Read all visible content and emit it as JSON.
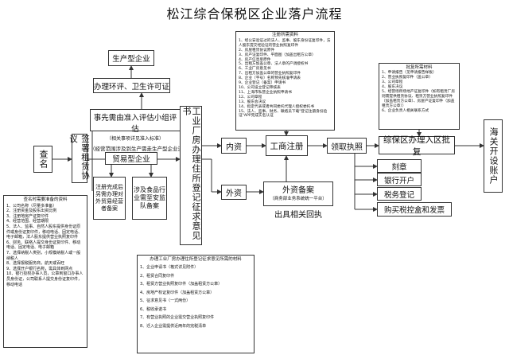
{
  "title": "松江综合保税区企业落户流程",
  "nodes": {
    "chaming": "查名",
    "qianshu": "签署租赁协议",
    "shengchan": "生产型企业",
    "huanping": "办理环评、卫生许可证",
    "shixian": "事先需由准入评估小组评估",
    "shixian_note": "（相关事项详见准入标准）",
    "jingying": "（经营范围涉及到生产需走生产型企业流程）",
    "maoyi": "贸易型企业",
    "zhuce_done": "注册完成后另需办理对外贸易经营者备案",
    "shiping": "涉及食品行业需至安监队备案",
    "gongye": "工业厂房办理住所登记征求意见书",
    "neizi": "内资",
    "waizi": "外资",
    "gongshang": "工商注册",
    "waizibeian": "外资备案",
    "waizibeian_sub": "（商务部业务系统统一平台）",
    "chuju": "出具相关回执",
    "lingqu": "领取执照",
    "zongbao": "综保区办理入区批复",
    "haiguan": "海关开设账户",
    "kezhang": "刻章",
    "yinhang": "银行开户",
    "shuiwu": "税务登记",
    "goumai": "购买税控盒和发票"
  },
  "chaming_list": {
    "header": "查名时需要准备的资料",
    "items": [
      "1、公司名称（尽量多准备）",
      "2、注册资金及股东出资比例",
      "3、注册地房产证复印件",
      "4、经营范围、经营期限",
      "5、法人、监事、自然人股东提供身份证原件或身份证复印件，移动电话、固定电话、电子邮箱，法人股东提供营业执照复印件",
      "6、财务、联络人提交身份证复印件、移动电话、固定电话、电子邮箱",
      "7、选择纳税人类别，小规模纳税人或一般纳税人",
      "8、选择报税服务商，航天或百旺",
      "9、选择开户银行名称，需具体到网点",
      "10、银行授权办事人员，公章到窗口办事人员身份证，公司联系人提交身份证复印件，移动电话"
    ]
  },
  "zhuce_list": {
    "header": "注册所需资料",
    "items": [
      "1、经公安验证过的法人、监事、股东身份证复印件，法人股东提交经验证的营业执照复印件",
      "2、房屋租赁协议原件",
      "3、房产证复印件、平面图（加盖出租方公章）",
      "4、房产信息单原件",
      "5、出租方加盖公章、法人章的产调授权书",
      "6、工业厂房意见书",
      "7、出租方加盖公章的营业执照复印件",
      "8、企业（字号）名称预先核准申请表",
      "9、企业登记（备案）申请书",
      "10、公司设立登记审核表",
      "11、上海市私营企业执照申请书",
      "12、公司章程",
      "13、股东会决议",
      "14、指定代表或者共同委托代理人授权委托书",
      "15、法人、监事、财务、联络员下载\"登记注册身份验证\"APP完成实名认证"
    ]
  },
  "pifu_list": {
    "header": "批复所需材料",
    "items": [
      "1、申请报告（见申请报告样板）",
      "2、营业执照复印件（盖公章）",
      "3、公司章程",
      "4、股东决议",
      "5、经营场所场地产证复印件（如有租赁厂房则需提供租赁协议、租赁方营业执照复印件（加盖租赁方公章）、房屋产证复印件（加盖租赁方公章））",
      "6、企业负责人相关联系方式"
    ]
  },
  "gongye_list": {
    "header": "办理工业厂房办理住所登记征求意见所需的材料",
    "items": [
      "1、企业申请书（格式详见附件）",
      "2、租赁合同复印件",
      "3、租赁方营业执照复印件（加盖租赁方公章）",
      "4、房地产权证复印件（加盖租赁方公章）",
      "5、征求意见书（一式两份）",
      "6、税收承诺书",
      "7、有营业执照的企业需交营业执照复印件",
      "8、迁入企业需提供近两年的完税清单"
    ]
  }
}
